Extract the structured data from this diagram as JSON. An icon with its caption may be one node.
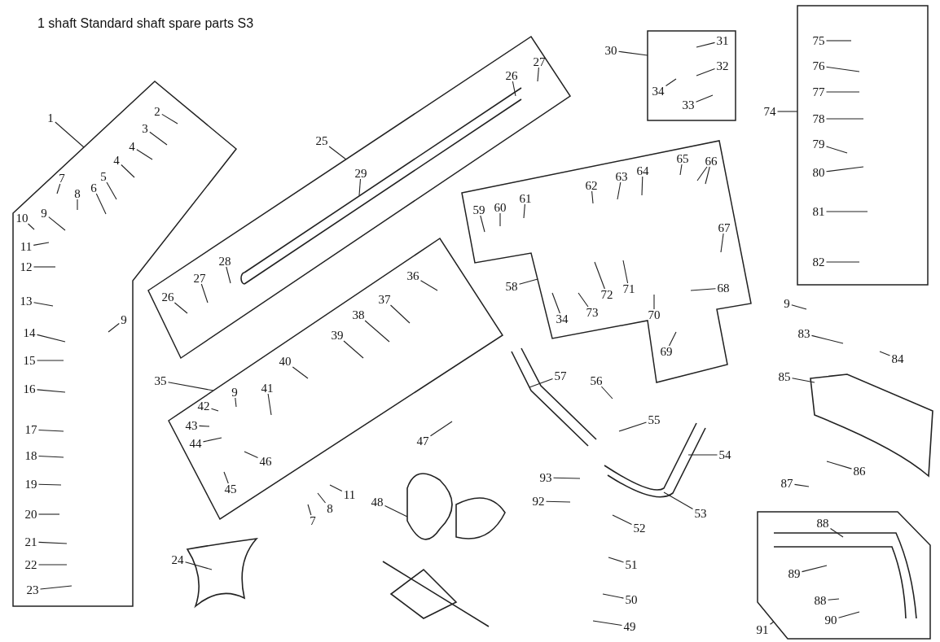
{
  "diagram": {
    "title": "1 shaft Standard shaft spare parts S3",
    "nodes": [
      {
        "text": [
          "1"
        ]
      },
      {
        "text": [],
        "shape": "box"
      },
      {
        "text": [
          "2"
        ],
        "in": 1
      },
      {
        "text": [
          "3"
        ],
        "in": 1
      },
      {
        "text": [
          "4"
        ],
        "in": 1
      },
      {
        "text": [
          "4"
        ],
        "in": 1
      },
      {
        "text": [
          "5"
        ],
        "in": 1
      },
      {
        "text": [
          "6"
        ],
        "in": 1
      },
      {
        "text": [
          "7"
        ],
        "in": 1
      },
      {
        "text": [
          "8"
        ],
        "in": 1
      },
      {
        "text": [
          "9"
        ],
        "in": 1
      },
      {
        "text": [
          "10"
        ],
        "in": 1
      },
      {
        "text": [
          "11"
        ],
        "in": 1
      },
      {
        "text": [
          "12"
        ],
        "in": 1
      },
      {
        "text": [
          "13"
        ],
        "in": 1
      },
      {
        "text": [
          "9"
        ],
        "in": 1
      },
      {
        "text": [
          "14"
        ],
        "in": 1
      },
      {
        "text": [
          "15"
        ],
        "in": 1
      },
      {
        "text": [
          "16"
        ],
        "in": 1
      },
      {
        "text": [
          "17"
        ],
        "in": 1
      },
      {
        "text": [
          "18"
        ],
        "in": 1
      },
      {
        "text": [
          "19"
        ],
        "in": 1
      },
      {
        "text": [
          "20"
        ],
        "in": 1
      },
      {
        "text": [
          "21"
        ],
        "in": 1
      },
      {
        "text": [
          "22"
        ],
        "in": 1
      },
      {
        "text": [
          "23"
        ],
        "in": 1
      },
      {
        "text": [
          "24"
        ]
      },
      {
        "text": [
          "25"
        ]
      },
      {
        "text": [],
        "shape": "box"
      },
      {
        "text": [
          "29"
        ],
        "in": 28
      },
      {
        "text": [
          "28"
        ],
        "in": 28
      },
      {
        "text": [
          "27"
        ],
        "in": 28
      },
      {
        "text": [
          "26"
        ],
        "in": 28
      },
      {
        "text": [
          "26"
        ],
        "in": 28
      },
      {
        "text": [
          "27"
        ],
        "in": 28
      },
      {
        "text": [
          "30"
        ]
      },
      {
        "text": [],
        "shape": "box"
      },
      {
        "text": [
          "31"
        ],
        "in": 36
      },
      {
        "text": [
          "32"
        ],
        "in": 36
      },
      {
        "text": [
          "34"
        ],
        "in": 36
      },
      {
        "text": [
          "33"
        ],
        "in": 36
      },
      {
        "text": [
          "74"
        ]
      },
      {
        "text": [],
        "shape": "box"
      },
      {
        "text": [
          "75"
        ],
        "in": 42
      },
      {
        "text": [
          "76"
        ],
        "in": 42
      },
      {
        "text": [
          "77"
        ],
        "in": 42
      },
      {
        "text": [
          "78"
        ],
        "in": 42
      },
      {
        "text": [
          "79"
        ],
        "in": 42
      },
      {
        "text": [
          "80"
        ],
        "in": 42
      },
      {
        "text": [
          "81"
        ],
        "in": 42
      },
      {
        "text": [
          "82"
        ],
        "in": 42
      },
      {
        "text": [
          "35"
        ]
      },
      {
        "text": [],
        "shape": "box"
      },
      {
        "text": [
          "36"
        ],
        "in": 52
      },
      {
        "text": [
          "37"
        ],
        "in": 52
      },
      {
        "text": [
          "38"
        ],
        "in": 52
      },
      {
        "text": [
          "39"
        ],
        "in": 52
      },
      {
        "text": [
          "40"
        ],
        "in": 52
      },
      {
        "text": [
          "41"
        ],
        "in": 52
      },
      {
        "text": [
          "42"
        ],
        "in": 52
      },
      {
        "text": [
          "9"
        ],
        "in": 52
      },
      {
        "text": [
          "43"
        ],
        "in": 52
      },
      {
        "text": [
          "44"
        ],
        "in": 52
      },
      {
        "text": [
          "46"
        ],
        "in": 52
      },
      {
        "text": [
          "45"
        ],
        "in": 52
      },
      {
        "text": [
          "58"
        ]
      },
      {
        "text": [],
        "shape": "box"
      },
      {
        "text": [
          "59"
        ],
        "in": 66
      },
      {
        "text": [
          "60"
        ],
        "in": 66
      },
      {
        "text": [
          "61"
        ],
        "in": 66
      },
      {
        "text": [
          "62"
        ],
        "in": 66
      },
      {
        "text": [
          "63"
        ],
        "in": 66
      },
      {
        "text": [
          "64"
        ],
        "in": 66
      },
      {
        "text": [
          "65"
        ],
        "in": 66
      },
      {
        "text": [
          "66"
        ],
        "in": 66
      },
      {
        "text": [
          "67"
        ],
        "in": 66
      },
      {
        "text": [
          "68"
        ],
        "in": 66
      },
      {
        "text": [
          "72"
        ],
        "in": 66
      },
      {
        "text": [
          "71"
        ],
        "in": 66
      },
      {
        "text": [
          "70"
        ],
        "in": 66
      },
      {
        "text": [
          "73"
        ],
        "in": 66
      },
      {
        "text": [
          "34"
        ],
        "in": 66
      },
      {
        "text": [
          "69"
        ],
        "in": 66
      },
      {
        "text": [
          "9"
        ]
      },
      {
        "text": [
          "83"
        ]
      },
      {
        "text": [
          "84"
        ]
      },
      {
        "text": [
          "85"
        ]
      },
      {
        "text": [
          "86"
        ]
      },
      {
        "text": [
          "87"
        ]
      },
      {
        "text": [
          "7"
        ]
      },
      {
        "text": [
          "8"
        ]
      },
      {
        "text": [
          "11"
        ]
      },
      {
        "text": [
          "47"
        ]
      },
      {
        "text": [
          "57"
        ]
      },
      {
        "text": [
          "56"
        ]
      },
      {
        "text": [
          "55"
        ]
      },
      {
        "text": [
          "54"
        ]
      },
      {
        "text": [
          "93"
        ]
      },
      {
        "text": [
          "92"
        ]
      },
      {
        "text": [
          "53"
        ]
      },
      {
        "text": [
          "52"
        ]
      },
      {
        "text": [
          "48"
        ]
      },
      {
        "text": [
          "51"
        ]
      },
      {
        "text": [
          "50"
        ]
      },
      {
        "text": [
          "49"
        ]
      },
      {
        "text": [
          "91"
        ]
      },
      {
        "text": [],
        "shape": "box"
      },
      {
        "text": [
          "88"
        ],
        "in": 106
      },
      {
        "text": [
          "89"
        ],
        "in": 106
      },
      {
        "text": [
          "88"
        ],
        "in": 106
      },
      {
        "text": [
          "90"
        ],
        "in": 106
      }
    ],
    "edges": [
      {
        "from": 0,
        "to": 1,
        "arrow": "none"
      },
      {
        "from": 2,
        "to": null,
        "arrow": "none"
      },
      {
        "from": 3,
        "to": null,
        "arrow": "none"
      },
      {
        "from": 4,
        "to": null,
        "arrow": "none"
      },
      {
        "from": 5,
        "to": null,
        "arrow": "none"
      },
      {
        "from": 6,
        "to": null,
        "arrow": "none"
      },
      {
        "from": 7,
        "to": null,
        "arrow": "none"
      },
      {
        "from": 8,
        "to": null,
        "arrow": "none"
      },
      {
        "from": 9,
        "to": null,
        "arrow": "none"
      },
      {
        "from": 10,
        "to": null,
        "arrow": "none"
      },
      {
        "from": 11,
        "to": null,
        "arrow": "none"
      },
      {
        "from": 12,
        "to": null,
        "arrow": "none"
      },
      {
        "from": 13,
        "to": null,
        "arrow": "none"
      },
      {
        "from": 14,
        "to": null,
        "arrow": "none"
      },
      {
        "from": 15,
        "to": null,
        "arrow": "none"
      },
      {
        "from": 16,
        "to": null,
        "arrow": "none"
      },
      {
        "from": 17,
        "to": null,
        "arrow": "none"
      },
      {
        "from": 18,
        "to": null,
        "arrow": "none"
      },
      {
        "from": 19,
        "to": null,
        "arrow": "none"
      },
      {
        "from": 20,
        "to": null,
        "arrow": "none"
      },
      {
        "from": 21,
        "to": null,
        "arrow": "none"
      },
      {
        "from": 22,
        "to": null,
        "arrow": "none"
      },
      {
        "from": 23,
        "to": null,
        "arrow": "none"
      },
      {
        "from": 24,
        "to": null,
        "arrow": "none"
      },
      {
        "from": 25,
        "to": null,
        "arrow": "none"
      },
      {
        "from": 26,
        "to": null,
        "arrow": "none"
      },
      {
        "from": 27,
        "to": 28,
        "arrow": "none"
      },
      {
        "from": 29,
        "to": null,
        "arrow": "none"
      },
      {
        "from": 30,
        "to": null,
        "arrow": "none"
      },
      {
        "from": 31,
        "to": null,
        "arrow": "none"
      },
      {
        "from": 32,
        "to": null,
        "arrow": "none"
      },
      {
        "from": 33,
        "to": null,
        "arrow": "none"
      },
      {
        "from": 34,
        "to": null,
        "arrow": "none"
      },
      {
        "from": 35,
        "to": 36,
        "arrow": "none"
      },
      {
        "from": 37,
        "to": null,
        "arrow": "none"
      },
      {
        "from": 38,
        "to": null,
        "arrow": "none"
      },
      {
        "from": 39,
        "to": null,
        "arrow": "none"
      },
      {
        "from": 40,
        "to": null,
        "arrow": "none"
      },
      {
        "from": 41,
        "to": 42,
        "arrow": "none"
      },
      {
        "from": 43,
        "to": null,
        "arrow": "none"
      },
      {
        "from": 44,
        "to": null,
        "arrow": "none"
      },
      {
        "from": 45,
        "to": null,
        "arrow": "none"
      },
      {
        "from": 46,
        "to": null,
        "arrow": "none"
      },
      {
        "from": 47,
        "to": null,
        "arrow": "none"
      },
      {
        "from": 48,
        "to": null,
        "arrow": "none"
      },
      {
        "from": 49,
        "to": null,
        "arrow": "none"
      },
      {
        "from": 50,
        "to": null,
        "arrow": "none"
      },
      {
        "from": 51,
        "to": 52,
        "arrow": "none"
      },
      {
        "from": 53,
        "to": null,
        "arrow": "none"
      },
      {
        "from": 54,
        "to": null,
        "arrow": "none"
      },
      {
        "from": 55,
        "to": null,
        "arrow": "none"
      },
      {
        "from": 56,
        "to": null,
        "arrow": "none"
      },
      {
        "from": 57,
        "to": null,
        "arrow": "none"
      },
      {
        "from": 58,
        "to": null,
        "arrow": "none"
      },
      {
        "from": 59,
        "to": null,
        "arrow": "none"
      },
      {
        "from": 60,
        "to": null,
        "arrow": "none"
      },
      {
        "from": 61,
        "to": null,
        "arrow": "none"
      },
      {
        "from": 62,
        "to": null,
        "arrow": "none"
      },
      {
        "from": 63,
        "to": null,
        "arrow": "none"
      },
      {
        "from": 64,
        "to": null,
        "arrow": "none"
      },
      {
        "from": 65,
        "to": 66,
        "arrow": "none"
      },
      {
        "from": 67,
        "to": null,
        "arrow": "none"
      },
      {
        "from": 68,
        "to": null,
        "arrow": "none"
      },
      {
        "from": 69,
        "to": null,
        "arrow": "none"
      },
      {
        "from": 70,
        "to": null,
        "arrow": "none"
      },
      {
        "from": 71,
        "to": null,
        "arrow": "none"
      },
      {
        "from": 72,
        "to": null,
        "arrow": "none"
      },
      {
        "from": 73,
        "to": null,
        "arrow": "none"
      },
      {
        "from": 74,
        "to": null,
        "arrow": "none"
      },
      {
        "from": 74,
        "to": null,
        "arrow": "none"
      },
      {
        "from": 75,
        "to": null,
        "arrow": "none"
      },
      {
        "from": 76,
        "to": null,
        "arrow": "none"
      },
      {
        "from": 77,
        "to": null,
        "arrow": "none"
      },
      {
        "from": 78,
        "to": null,
        "arrow": "none"
      },
      {
        "from": 79,
        "to": null,
        "arrow": "none"
      },
      {
        "from": 80,
        "to": null,
        "arrow": "none"
      },
      {
        "from": 81,
        "to": null,
        "arrow": "none"
      },
      {
        "from": 82,
        "to": null,
        "arrow": "none"
      },
      {
        "from": 83,
        "to": null,
        "arrow": "none"
      },
      {
        "from": 84,
        "to": null,
        "arrow": "none"
      },
      {
        "from": 85,
        "to": null,
        "arrow": "none"
      },
      {
        "from": 86,
        "to": null,
        "arrow": "none"
      },
      {
        "from": 87,
        "to": null,
        "arrow": "none"
      },
      {
        "from": 88,
        "to": null,
        "arrow": "none"
      },
      {
        "from": 89,
        "to": null,
        "arrow": "none"
      },
      {
        "from": 90,
        "to": null,
        "arrow": "none"
      },
      {
        "from": 91,
        "to": null,
        "arrow": "none"
      },
      {
        "from": 92,
        "to": null,
        "arrow": "none"
      },
      {
        "from": 93,
        "to": null,
        "arrow": "none"
      },
      {
        "from": 94,
        "to": null,
        "arrow": "none"
      },
      {
        "from": 95,
        "to": null,
        "arrow": "none"
      },
      {
        "from": 96,
        "to": null,
        "arrow": "none"
      },
      {
        "from": 97,
        "to": null,
        "arrow": "none"
      },
      {
        "from": 98,
        "to": null,
        "arrow": "none"
      },
      {
        "from": 99,
        "to": null,
        "arrow": "none"
      },
      {
        "from": 100,
        "to": null,
        "arrow": "none"
      },
      {
        "from": 101,
        "to": null,
        "arrow": "none"
      },
      {
        "from": 102,
        "to": null,
        "arrow": "none"
      },
      {
        "from": 103,
        "to": null,
        "arrow": "none"
      },
      {
        "from": 104,
        "to": null,
        "arrow": "none"
      },
      {
        "from": 105,
        "to": 106,
        "arrow": "none"
      },
      {
        "from": 107,
        "to": null,
        "arrow": "none"
      },
      {
        "from": 108,
        "to": null,
        "arrow": "none"
      },
      {
        "from": 109,
        "to": null,
        "arrow": "none"
      },
      {
        "from": 110,
        "to": null,
        "arrow": "none"
      }
    ]
  }
}
